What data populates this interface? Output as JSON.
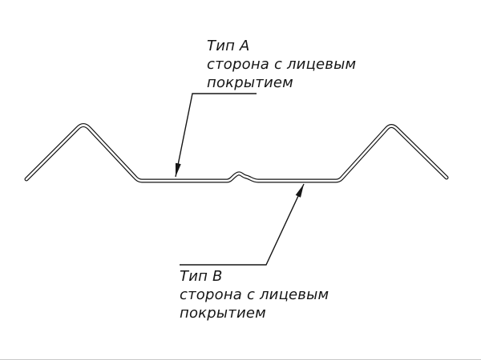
{
  "diagram": {
    "background_color": "#ffffff",
    "line_color": "#161616",
    "labels": {
      "top": {
        "title": "Тип А",
        "line2": "сторона с лицевым",
        "line3": "покрытием"
      },
      "bottom": {
        "title": "Тип В",
        "line2": "сторона с лицевым",
        "line3": "покрытием"
      }
    },
    "description": "Cross-section profile of a metal sheet with face-coating side callouts"
  }
}
